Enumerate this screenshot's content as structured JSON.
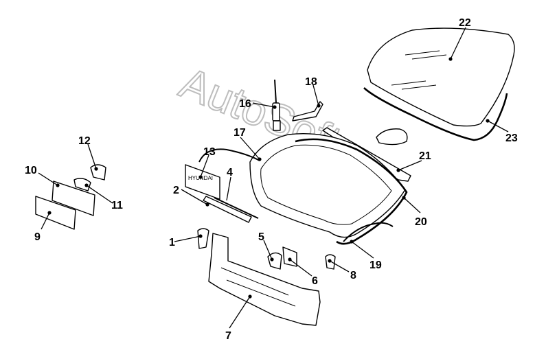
{
  "watermark": {
    "text": "AutoSoft"
  },
  "callouts": [
    {
      "id": "callout-1",
      "text": "1"
    },
    {
      "id": "callout-2",
      "text": "2"
    },
    {
      "id": "callout-4",
      "text": "4"
    },
    {
      "id": "callout-5",
      "text": "5"
    },
    {
      "id": "callout-6",
      "text": "6"
    },
    {
      "id": "callout-7",
      "text": "7"
    },
    {
      "id": "callout-8",
      "text": "8"
    },
    {
      "id": "callout-9",
      "text": "9"
    },
    {
      "id": "callout-10",
      "text": "10"
    },
    {
      "id": "callout-11",
      "text": "11"
    },
    {
      "id": "callout-12",
      "text": "12"
    },
    {
      "id": "callout-13",
      "text": "13"
    },
    {
      "id": "callout-16",
      "text": "16"
    },
    {
      "id": "callout-17",
      "text": "17"
    },
    {
      "id": "callout-18",
      "text": "18"
    },
    {
      "id": "callout-19",
      "text": "19"
    },
    {
      "id": "callout-20",
      "text": "20"
    },
    {
      "id": "callout-21",
      "text": "21"
    },
    {
      "id": "callout-22",
      "text": "22"
    },
    {
      "id": "callout-23",
      "text": "23"
    }
  ],
  "emblem_text": "HYUNDAI"
}
